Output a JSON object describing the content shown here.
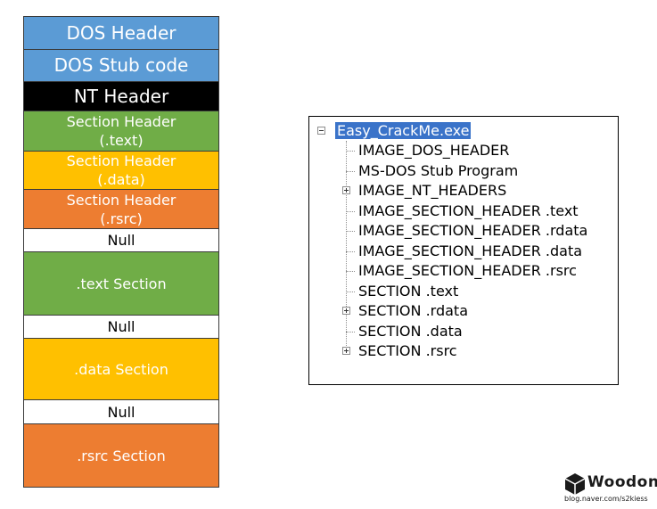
{
  "pe_layout": {
    "blocks": [
      {
        "label": "DOS Header",
        "color": "#5b9bd5"
      },
      {
        "label": "DOS Stub code",
        "color": "#5b9bd5"
      },
      {
        "label": "NT Header",
        "color": "#000000"
      },
      {
        "label": "Section Header\n(.text)",
        "color": "#70ad47"
      },
      {
        "label": "Section Header\n(.data)",
        "color": "#ffc000"
      },
      {
        "label": "Section Header\n(.rsrc)",
        "color": "#ed7d31"
      },
      {
        "label": "Null",
        "color": "#ffffff"
      },
      {
        "label": ".text Section",
        "color": "#70ad47"
      },
      {
        "label": "Null",
        "color": "#ffffff"
      },
      {
        "label": ".data Section",
        "color": "#ffc000"
      },
      {
        "label": "Null",
        "color": "#ffffff"
      },
      {
        "label": ".rsrc Section",
        "color": "#ed7d31"
      }
    ]
  },
  "tree": {
    "root": "Easy_CrackMe.exe",
    "children": [
      {
        "label": "IMAGE_DOS_HEADER",
        "expandable": false
      },
      {
        "label": "MS-DOS Stub Program",
        "expandable": false
      },
      {
        "label": "IMAGE_NT_HEADERS",
        "expandable": true
      },
      {
        "label": "IMAGE_SECTION_HEADER .text",
        "expandable": false
      },
      {
        "label": "IMAGE_SECTION_HEADER .rdata",
        "expandable": false
      },
      {
        "label": "IMAGE_SECTION_HEADER .data",
        "expandable": false
      },
      {
        "label": "IMAGE_SECTION_HEADER .rsrc",
        "expandable": false
      },
      {
        "label": "SECTION .text",
        "expandable": false
      },
      {
        "label": "SECTION .rdata",
        "expandable": true
      },
      {
        "label": "SECTION .data",
        "expandable": false
      },
      {
        "label": "SECTION .rsrc",
        "expandable": true
      }
    ]
  },
  "watermark": {
    "name": "Woodong",
    "url": "blog.naver.com/s2kiess"
  }
}
